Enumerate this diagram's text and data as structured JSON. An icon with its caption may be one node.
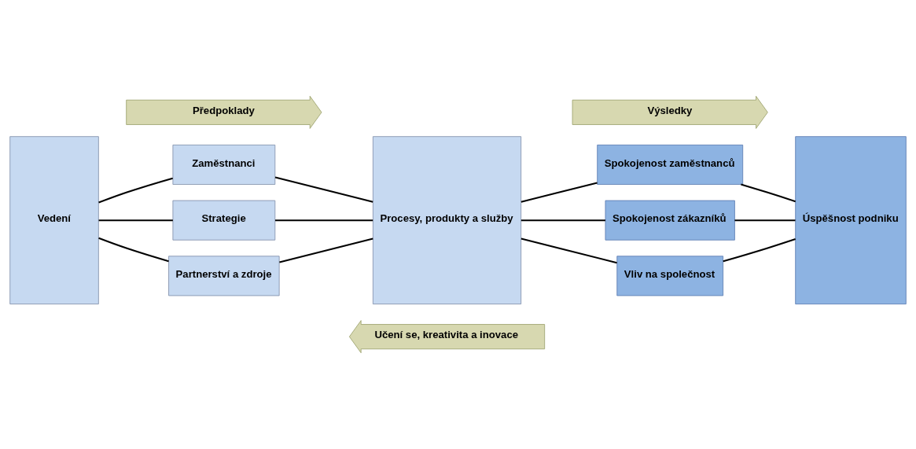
{
  "diagram": {
    "nodes": [
      {
        "text": [
          "Předpoklady"
        ]
      },
      {
        "text": [
          "Výsledky"
        ]
      },
      {
        "text": [
          "Vedení"
        ]
      },
      {
        "text": [
          "Zaměstnanci"
        ]
      },
      {
        "text": [
          "Strategie"
        ]
      },
      {
        "text": [
          "Partnerství a zdroje"
        ]
      },
      {
        "text": [
          "Procesy, produkty a služby"
        ]
      },
      {
        "text": [
          "Spokojenost zaměstnanců"
        ]
      },
      {
        "text": [
          "Spokojenost zákazníků"
        ]
      },
      {
        "text": [
          "Vliv na společnost"
        ]
      },
      {
        "text": [
          "Úspěšnost podniku"
        ]
      },
      {
        "text": [
          "Učení se, kreativita a inovace"
        ]
      }
    ],
    "edges": [
      {
        "from": 2,
        "to": 3,
        "arrow": "none"
      },
      {
        "from": 2,
        "to": 4,
        "arrow": "none"
      },
      {
        "from": 2,
        "to": 5,
        "arrow": "none"
      },
      {
        "from": 3,
        "to": 6,
        "arrow": "none"
      },
      {
        "from": 4,
        "to": 6,
        "arrow": "none"
      },
      {
        "from": 5,
        "to": 6,
        "arrow": "none"
      },
      {
        "from": 6,
        "to": 7,
        "arrow": "none"
      },
      {
        "from": 6,
        "to": 8,
        "arrow": "none"
      },
      {
        "from": 6,
        "to": 9,
        "arrow": "none"
      },
      {
        "from": 7,
        "to": 10,
        "arrow": "none"
      },
      {
        "from": 8,
        "to": 10,
        "arrow": "none"
      },
      {
        "from": 9,
        "to": 10,
        "arrow": "none"
      }
    ]
  }
}
